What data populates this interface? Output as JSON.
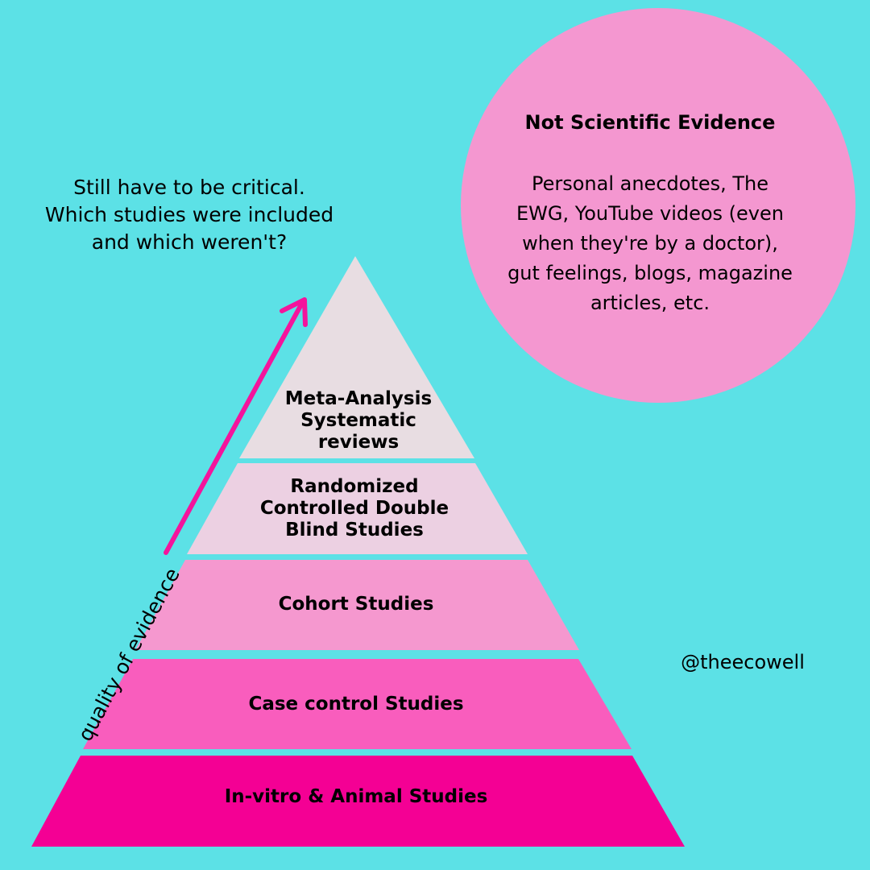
{
  "note": {
    "line1": "Still have to be critical.",
    "line2": "Which studies were included",
    "line3": "and which weren't?"
  },
  "not_scientific": {
    "title": "Not Scientific Evidence",
    "line1": "Personal anecdotes, The",
    "line2": "EWG, YouTube videos (even",
    "line3": "when they're by a doctor),",
    "line4": "gut feelings, blogs, magazine",
    "line5": "articles, etc."
  },
  "pyramid": {
    "axis_label": "quality of evidence",
    "tiers": [
      {
        "line1": "Meta-Analysis",
        "line2": "Systematic",
        "line3": "reviews",
        "color": "#e8dde2"
      },
      {
        "line1": "Randomized",
        "line2": "Controlled Double",
        "line3": "Blind Studies",
        "color": "#ecd0e2"
      },
      {
        "line1": "Cohort Studies",
        "color": "#f598cf"
      },
      {
        "line1": "Case control Studies",
        "color": "#f95dbd"
      },
      {
        "line1": "In-vitro & Animal Studies",
        "color": "#f40094"
      }
    ]
  },
  "handle": "@theecowell",
  "colors": {
    "background": "#5ce1e6",
    "circle": "#f497d0",
    "arrow": "#f4149c"
  }
}
